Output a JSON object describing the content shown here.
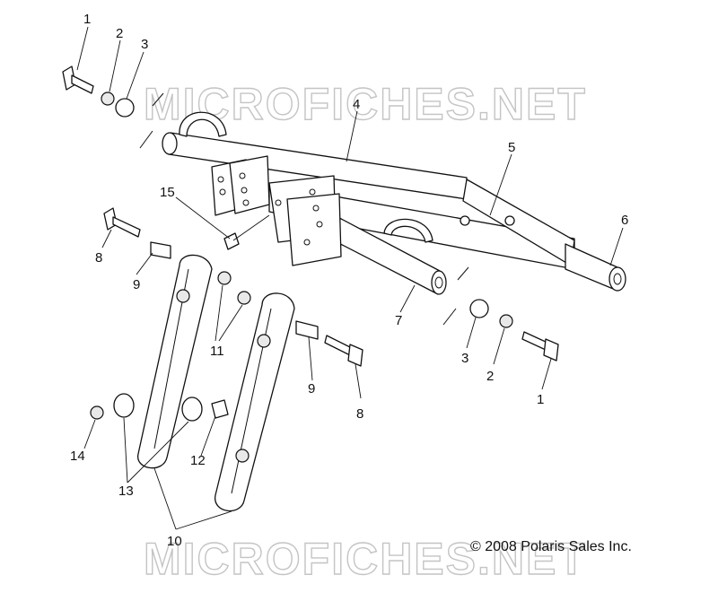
{
  "watermark": {
    "top": "MICROFICHES.NET",
    "bottom": "MICROFICHES.NET"
  },
  "copyright": "© 2008 Polaris Sales Inc.",
  "callouts": [
    {
      "id": "c1a",
      "label": "1"
    },
    {
      "id": "c2a",
      "label": "2"
    },
    {
      "id": "c3a",
      "label": "3"
    },
    {
      "id": "c4",
      "label": "4"
    },
    {
      "id": "c5",
      "label": "5"
    },
    {
      "id": "c6",
      "label": "6"
    },
    {
      "id": "c15",
      "label": "15"
    },
    {
      "id": "c8a",
      "label": "8"
    },
    {
      "id": "c9a",
      "label": "9"
    },
    {
      "id": "c11",
      "label": "11"
    },
    {
      "id": "c7",
      "label": "7"
    },
    {
      "id": "c3b",
      "label": "3"
    },
    {
      "id": "c2b",
      "label": "2"
    },
    {
      "id": "c1b",
      "label": "1"
    },
    {
      "id": "c9b",
      "label": "9"
    },
    {
      "id": "c8b",
      "label": "8"
    },
    {
      "id": "c14",
      "label": "14"
    },
    {
      "id": "c12",
      "label": "12"
    },
    {
      "id": "c13",
      "label": "13"
    },
    {
      "id": "c10",
      "label": "10"
    }
  ]
}
